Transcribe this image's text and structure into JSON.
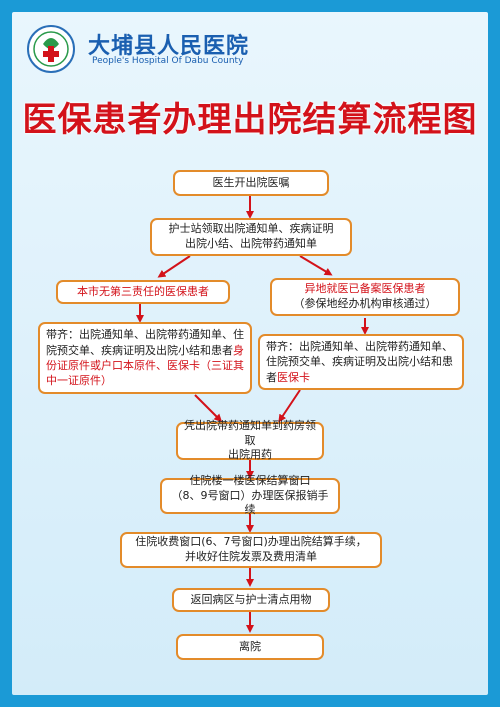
{
  "header": {
    "hospital_name_cn": "大埔县人民医院",
    "hospital_name_en": "People's Hospital Of Dabu County"
  },
  "title": "医保患者办理出院结算流程图",
  "flow": {
    "step1": "医生开出院医嘱",
    "step2_line1": "护士站领取出院通知单、疾病证明",
    "step2_line2": "出院小结、出院带药通知单",
    "left_branch": "本市无第三责任的医保患者",
    "right_branch_line1": "异地就医已备案医保患者",
    "right_branch_line2": "（参保地经办机构审核通过）",
    "left_docs_normal": "带齐：出院通知单、出院带药通知单、住院预交单、疾病证明及出院小结和患者",
    "left_docs_red": "身份证原件或户口本原件、医保卡（三证其中一证原件）",
    "right_docs_normal": "带齐：出院通知单、出院带药通知单、住院预交单、疾病证明及出院小结和患者",
    "right_docs_red": "医保卡",
    "step4_line1": "凭出院带药通知单到药房领取",
    "step4_line2": "出院用药",
    "step5_line1": "住院楼一楼医保结算窗口",
    "step5_line2": "（8、9号窗口）办理医保报销手续",
    "step6_line1": "住院收费窗口(6、7号窗口)办理出院结算手续，",
    "step6_line2": "并收好住院发票及费用清单",
    "step7": "返回病区与护士清点用物",
    "step8": "离院"
  },
  "colors": {
    "frame": "#1b9ad6",
    "title_red": "#d3121a",
    "box_border": "#e38b2a",
    "arrow": "#d3121a",
    "header_blue": "#1a5fb0"
  }
}
